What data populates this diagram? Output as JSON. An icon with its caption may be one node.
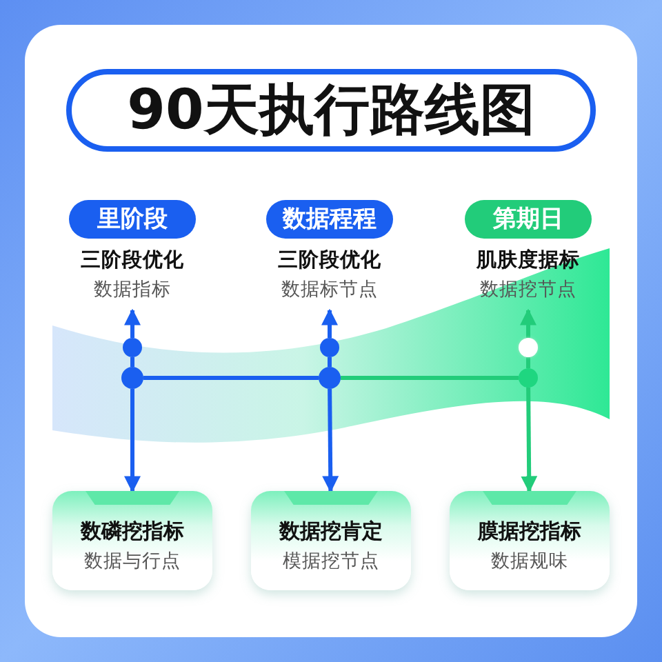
{
  "diagram": {
    "title": "90天执行路线图",
    "nodes": [
      {
        "text": [
          "里阶段",
          "三阶段优化",
          "数据指标"
        ]
      },
      {
        "text": [
          "数据程程",
          "三阶段优化",
          "数据标节点"
        ]
      },
      {
        "text": [
          "第期日",
          "肌肤度据标",
          "数据挖节点"
        ]
      },
      {
        "text": [],
        "shape": "circle"
      },
      {
        "text": [],
        "shape": "circle"
      },
      {
        "text": [],
        "shape": "circle"
      },
      {
        "text": [],
        "shape": "circle"
      },
      {
        "text": [],
        "shape": "circle"
      },
      {
        "text": [],
        "shape": "circle"
      },
      {
        "text": [
          "数磷挖指标",
          "数据与行点"
        ]
      },
      {
        "text": [
          "数据挖肯定",
          "模据挖节点"
        ]
      },
      {
        "text": [
          "膜据挖指标",
          "数据规味"
        ]
      }
    ],
    "edges": [
      {
        "from": 3,
        "to": 0,
        "arrow": "to"
      },
      {
        "from": 4,
        "to": 1,
        "arrow": "to"
      },
      {
        "from": 5,
        "to": 2,
        "arrow": "to",
        "color": "#22cc7a"
      },
      {
        "from": 6,
        "to": 3,
        "arrow": "none"
      },
      {
        "from": 7,
        "to": 4,
        "arrow": "none"
      },
      {
        "from": 8,
        "to": 5,
        "arrow": "none",
        "color": "#22cc7a"
      },
      {
        "from": 6,
        "to": 7,
        "arrow": "none"
      },
      {
        "from": 7,
        "to": 8,
        "arrow": "none",
        "color": "#22cc7a"
      },
      {
        "from": 6,
        "to": 9,
        "arrow": "to"
      },
      {
        "from": 7,
        "to": 10,
        "arrow": "to"
      },
      {
        "from": 8,
        "to": 11,
        "arrow": "to",
        "color": "#22cc7a"
      }
    ]
  }
}
